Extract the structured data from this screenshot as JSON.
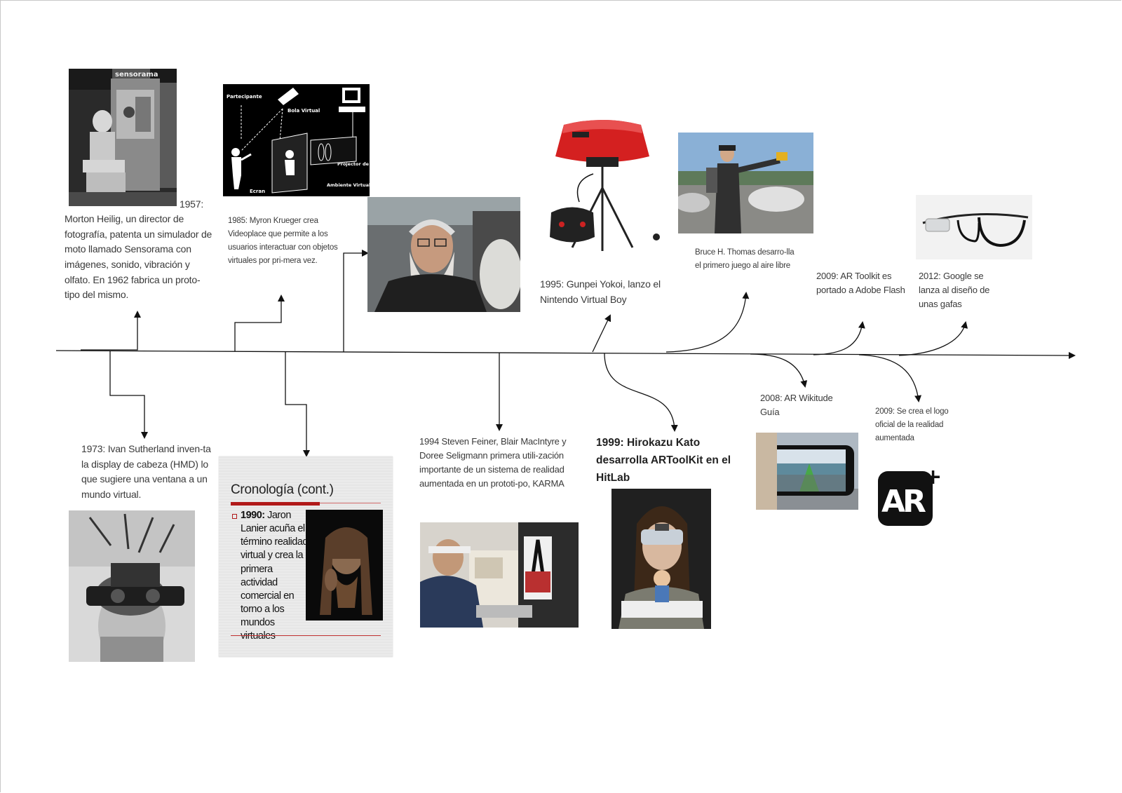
{
  "events": {
    "e1957": "1957:",
    "e1957_desc": "Morton Heilig, un director de fotografía, patenta un simulador de moto llamado Sensorama con imágenes, sonido, vibración y olfato. En 1962 fabrica un proto-tipo del mismo.",
    "e1973": "1973: Ivan Sutherland inven-ta la display de cabeza (HMD) lo que sugiere una ventana a un mundo virtual.",
    "e1985": "1985: Myron Krueger crea Videoplace que permite a los usuarios interactuar con objetos virtuales por pri-mera vez.",
    "e1994": "1994   Steven Feiner, Blair MacIntyre y Doree Seligmann primera utili-zación importante de un sistema de realidad aumentada en un prototi-po, KARMA",
    "e1995": "1995: Gunpei Yokoi, lanzo el Nintendo Virtual Boy",
    "e1999": "1999: Hirokazu Kato desarrolla ARToolKit en el HitLab",
    "thomas": "Bruce H. Thomas desarro-lla el primero juego al aire libre",
    "e2008": "2008: AR Wikitude Guía",
    "e2009a": "2009: AR Toolkit es portado a Adobe Flash",
    "e2009b": "2009: Se crea el logo oficial de la realidad aumentada",
    "e2012": "2012: Google se lanza al diseño de unas gafas"
  },
  "slide": {
    "title": "Cronología (cont.)",
    "year": "1990:",
    "text": " Jaron Lanier acuña el término realidad virtual y crea la primera actividad comercial en torno a los mundos virtuales"
  },
  "diagram_labels": {
    "participante": "Partecipante",
    "bola": "Bola Virtual",
    "projector": "Projector de Video",
    "ecran": "Ecran",
    "ambiente": "Ambiente Virtual",
    "sensorama": "sensorama"
  },
  "logo": {
    "text": "AR",
    "plus": "+"
  },
  "colors": {
    "axis": "#111111",
    "accent": "#b11a1a",
    "virtualboy": "#d42020"
  }
}
